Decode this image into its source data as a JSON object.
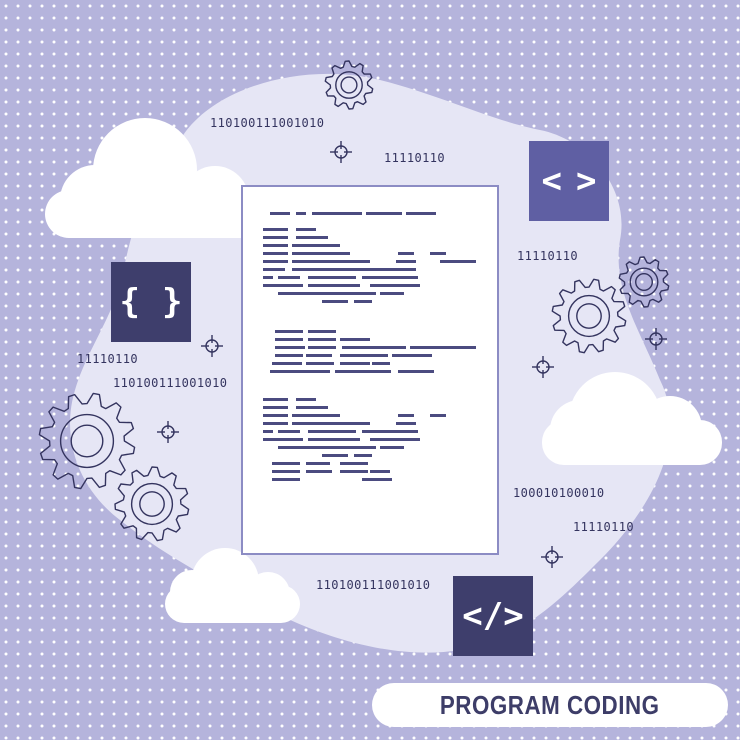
{
  "title": "PROGRAM CODING",
  "binary": {
    "top_center": "110100111001010",
    "top_right_small": "11110110",
    "right_upper": "11110110",
    "left_short": "11110110",
    "left_long": "110100111001010",
    "right_lower_long": "100010100010",
    "right_lower_short": "11110110",
    "bottom_center": "110100111001010"
  },
  "tiles": {
    "braces": {
      "open": "{",
      "close": "}"
    },
    "angle": {
      "open": "<",
      "close": ">"
    },
    "tag": "</>"
  },
  "colors": {
    "background": "#b5b4dc",
    "dots": "#ffffff",
    "blob": "#e6e6f5",
    "tile_light": "#5f5fa3",
    "tile_dark": "#3e3e6c",
    "code_line": "#4b4b80",
    "ink": "#34345f"
  }
}
